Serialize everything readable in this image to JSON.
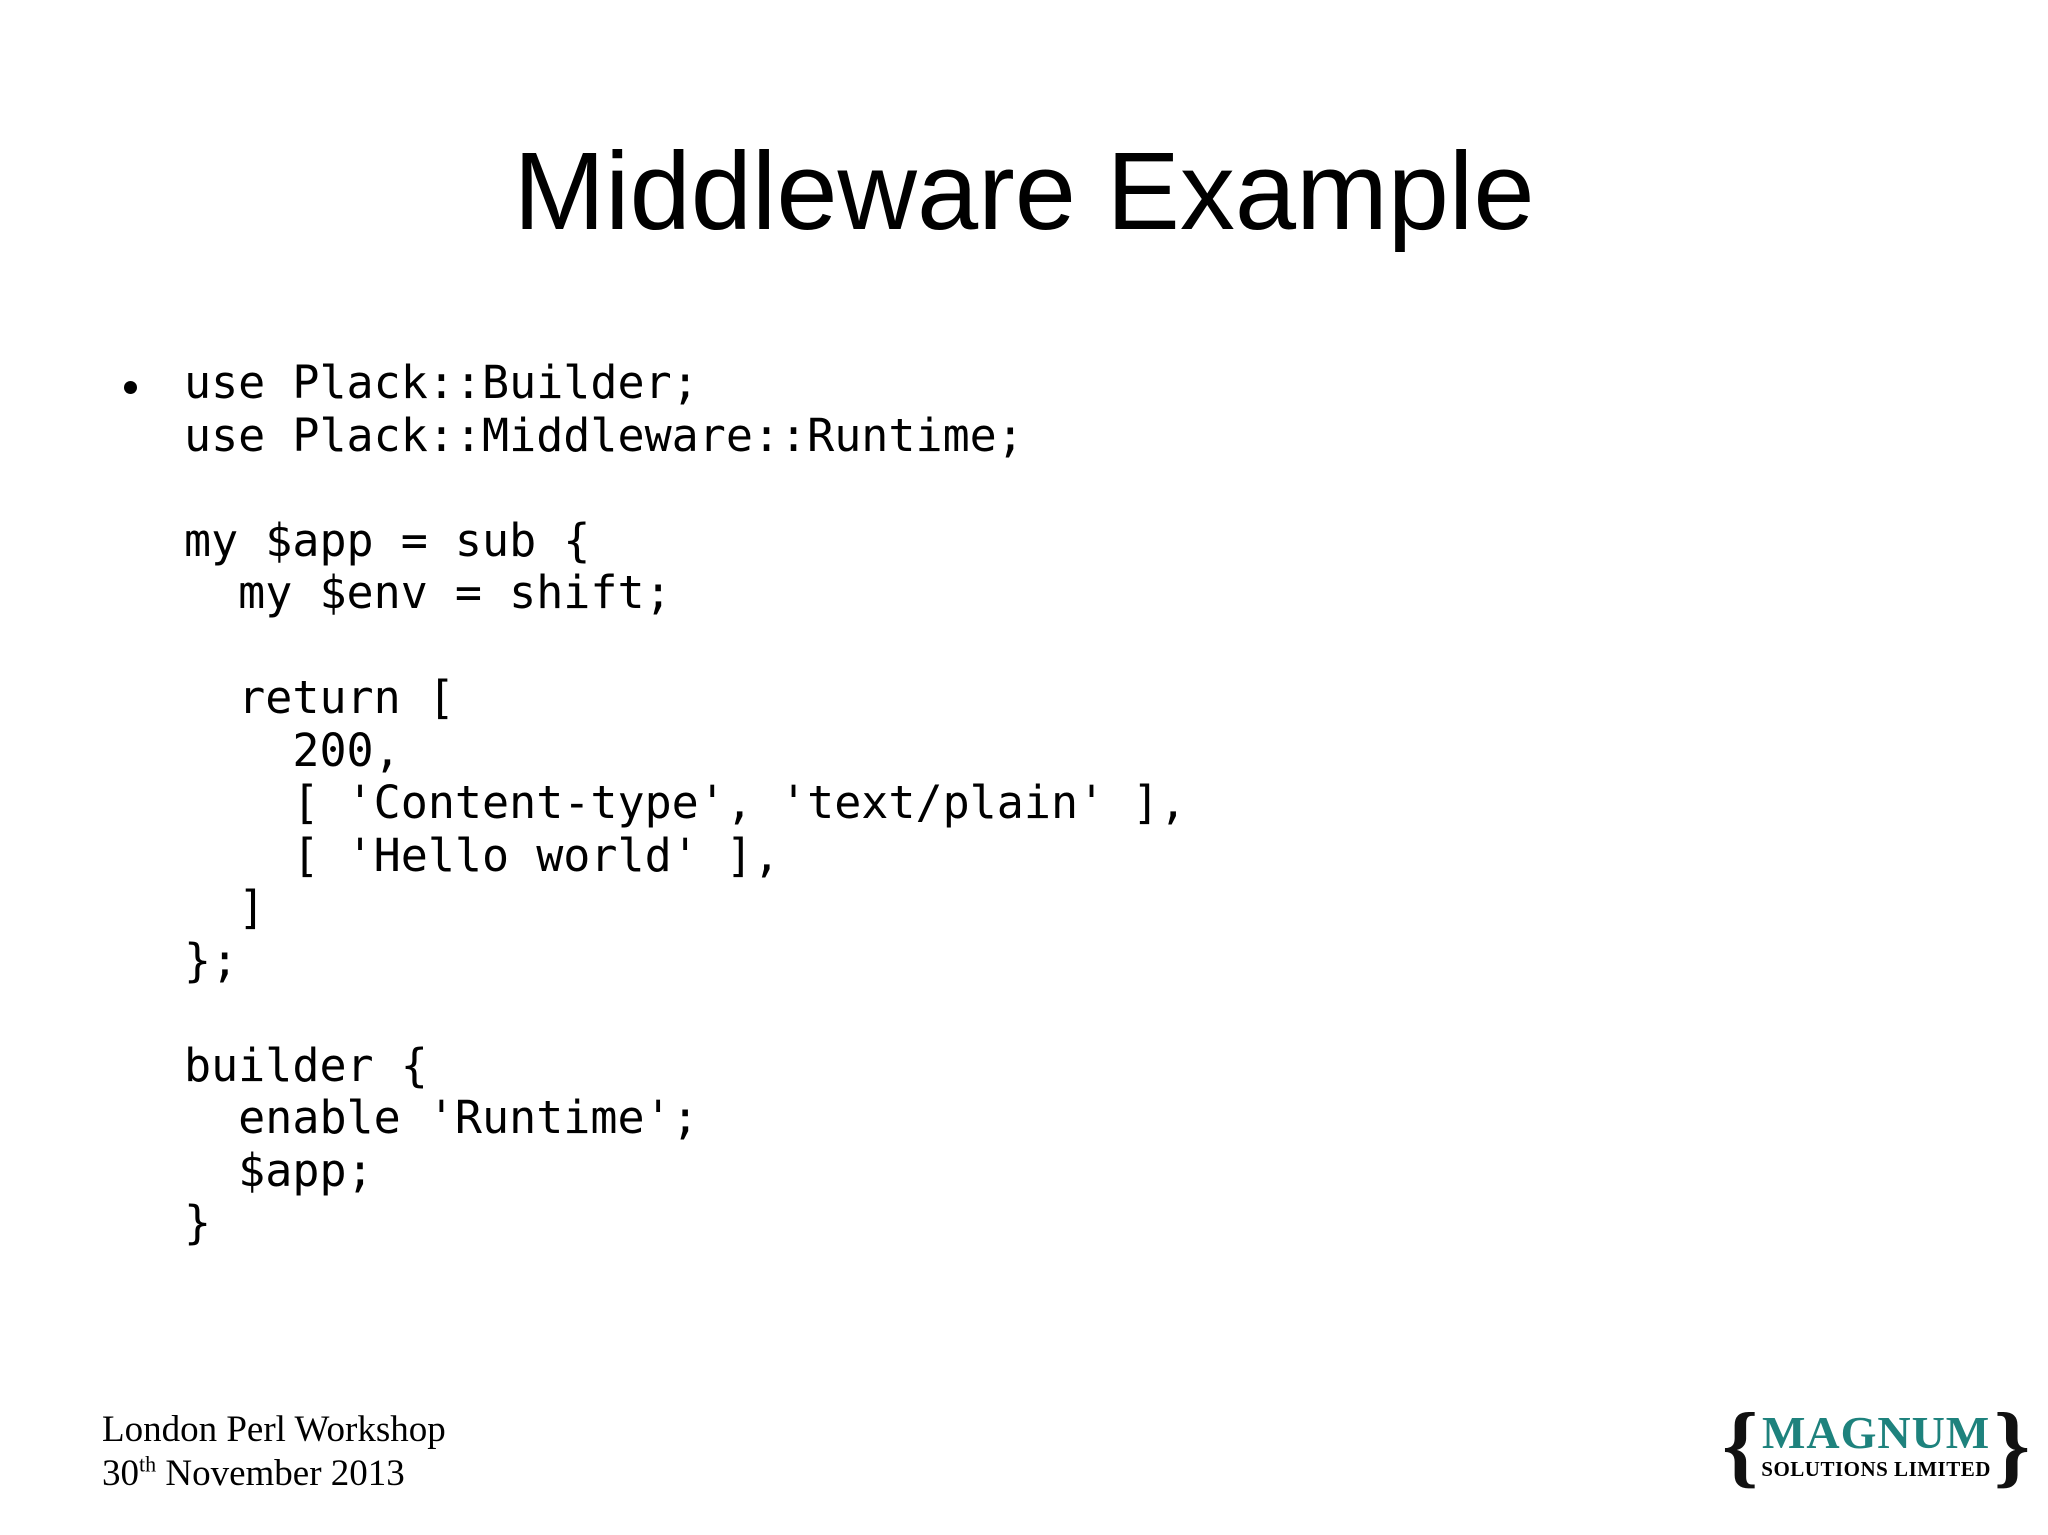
{
  "slide": {
    "title": "Middleware Example",
    "code": {
      "lines": [
        "use Plack::Builder;",
        "use Plack::Middleware::Runtime;",
        "",
        "my $app = sub {",
        "  my $env = shift;",
        "",
        "  return [",
        "    200,",
        "    [ 'Content-type', 'text/plain' ],",
        "    [ 'Hello world' ],",
        "  ]",
        "};",
        "",
        "builder {",
        "  enable 'Runtime';",
        "  $app;",
        "}"
      ]
    },
    "footer": {
      "event": "London Perl Workshop",
      "date_day": "30",
      "date_suffix": "th",
      "date_rest": " November 2013"
    },
    "logo": {
      "brace_left": "{",
      "brace_right": "}",
      "name": "MAGNUM",
      "subtitle": "SOLUTIONS LIMITED",
      "name_color": "#1E827D",
      "brace_color": "#111111"
    }
  }
}
